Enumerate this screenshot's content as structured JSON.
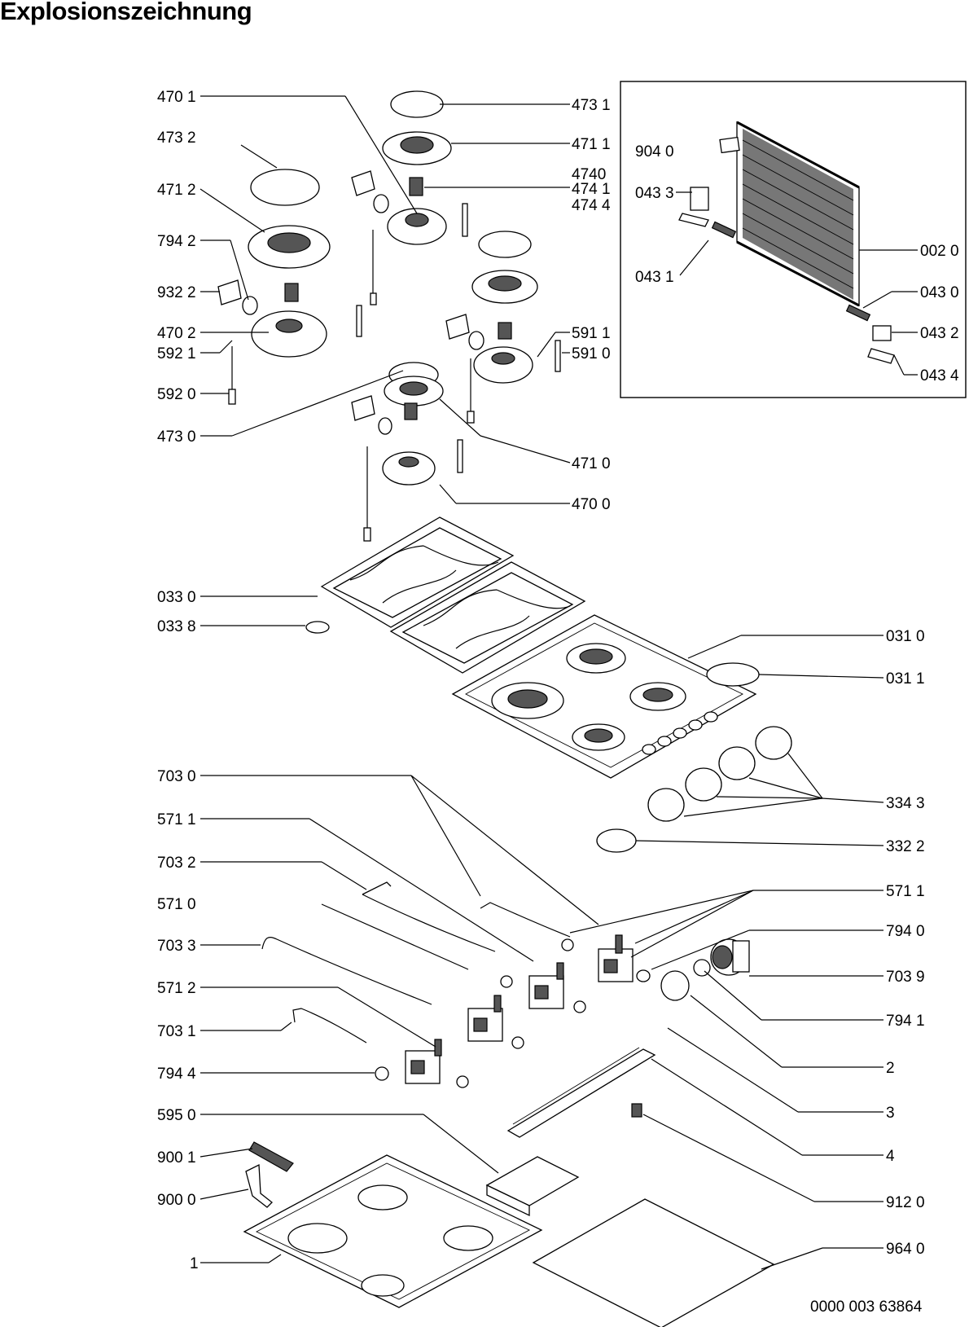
{
  "title": "Explosionszeichnung",
  "document_number": "0000 003 63864",
  "labels": {
    "l4701": "470 1",
    "l4732": "473 2",
    "l4712": "471 2",
    "l7942": "794 2",
    "l9322": "932 2",
    "l4702": "470 2",
    "l5921": "592 1",
    "l5920": "592 0",
    "l4730": "473 0",
    "l4731": "473 1",
    "l4711": "471 1",
    "l4740": "4740",
    "l4741": "474 1",
    "l4744": "474 4",
    "l5911": "591 1",
    "l5910": "591 0",
    "l4710": "471 0",
    "l4700": "470 0",
    "l9040": "904 0",
    "l0433": "043 3",
    "l0431": "043 1",
    "l0020": "002 0",
    "l0430": "043 0",
    "l0432": "043 2",
    "l0434": "043 4",
    "l0330": "033 0",
    "l0338": "033 8",
    "l0310": "031 0",
    "l0311": "031 1",
    "l3343": "334 3",
    "l3322": "332 2",
    "l7030": "703 0",
    "l5711a": "571 1",
    "l7032": "703 2",
    "l5710": "571 0",
    "l7033": "703 3",
    "l5712": "571 2",
    "l7031": "703 1",
    "l7944": "794 4",
    "l5950": "595 0",
    "l9001": "900 1",
    "l9000": "900 0",
    "l1": "1",
    "l5711b": "571 1",
    "l7940": "794 0",
    "l7039": "703 9",
    "l7941": "794 1",
    "l2": "2",
    "l3": "3",
    "l4": "4",
    "l9120": "912 0",
    "l9640": "964 0"
  }
}
